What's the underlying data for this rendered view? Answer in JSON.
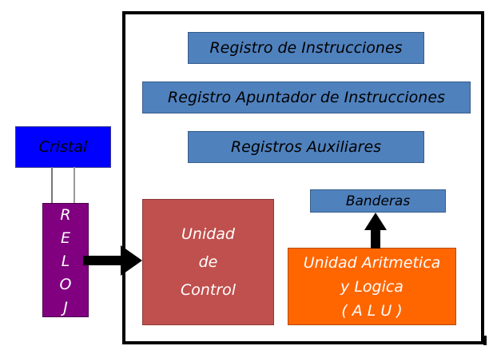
{
  "diagram": {
    "title": "CPU block diagram",
    "cpu": {
      "registers": {
        "instruction_register": "Registro de Instrucciones",
        "instruction_pointer": "Registro Apuntador de Instrucciones",
        "auxiliary_registers": "Registros Auxiliares"
      },
      "control_unit": {
        "lines": [
          "Unidad",
          "de",
          "Control"
        ]
      },
      "alu": {
        "lines": [
          "Unidad Aritmetica",
          "y Logica",
          "( A L U )"
        ]
      },
      "flags": "Banderas"
    },
    "external": {
      "crystal": "Cristal",
      "clock": {
        "letters": [
          "R",
          "E",
          "L",
          "O",
          "J"
        ]
      }
    },
    "connections": [
      {
        "from": "Cristal",
        "to": "RELOJ",
        "type": "wire-pair"
      },
      {
        "from": "RELOJ",
        "to": "Unidad de Control",
        "type": "arrow"
      },
      {
        "from": "ALU",
        "to": "Banderas",
        "type": "arrow"
      }
    ],
    "colors": {
      "register_fill": "#4F81BD",
      "control_unit_fill": "#C0504D",
      "alu_fill": "#FF6600",
      "crystal_fill": "#0000FF",
      "clock_fill": "#800080",
      "frame_stroke": "#000000"
    }
  }
}
